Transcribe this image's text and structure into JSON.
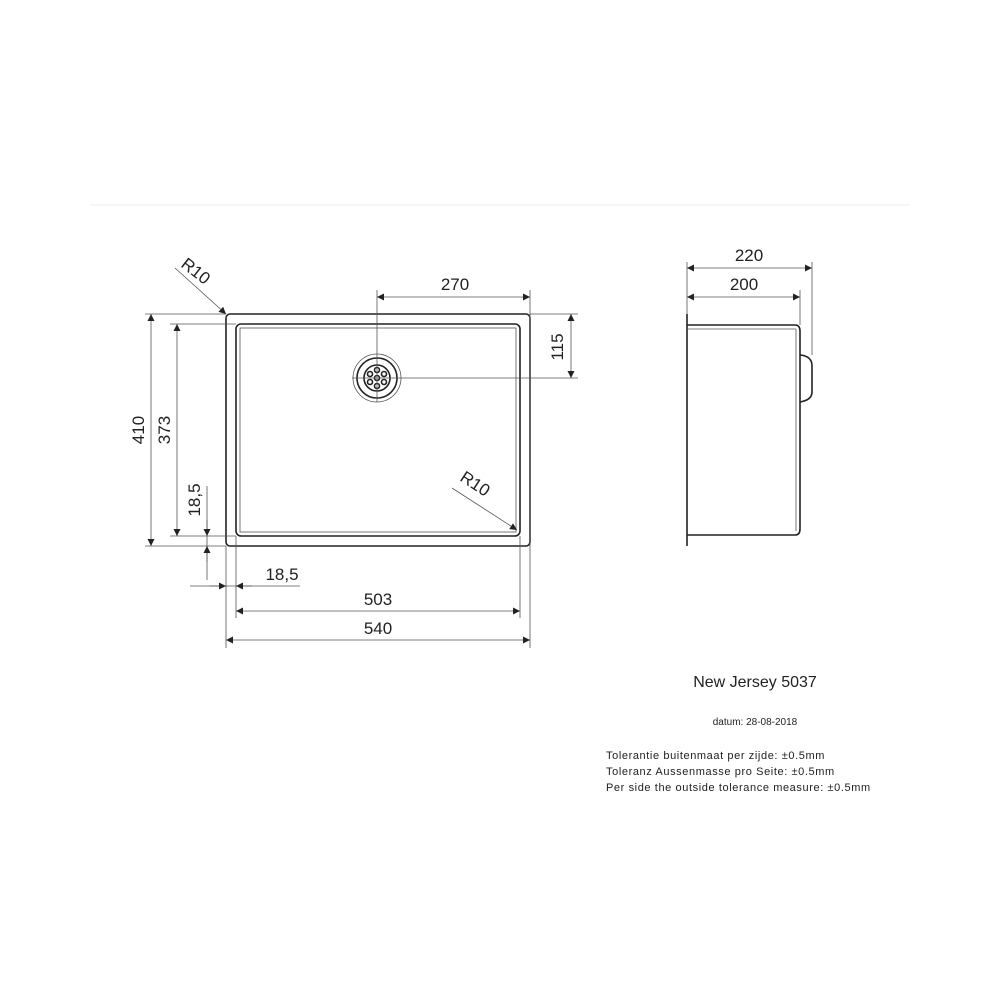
{
  "drawing": {
    "top_view": {
      "dims": {
        "outer_width": "540",
        "inner_width": "503",
        "drain_offset_x": "270",
        "drain_offset_y": "115",
        "outer_depth": "410",
        "inner_depth": "373",
        "rim_vertical": "18,5",
        "rim_horizontal": "18,5",
        "radius_outer": "R10",
        "radius_inner": "R10"
      }
    },
    "side_view": {
      "dims": {
        "total_height": "220",
        "bowl_height": "200"
      }
    }
  },
  "info": {
    "title": "New Jersey 5037",
    "datum": "datum: 28-08-2018",
    "tolerances": [
      "Tolerantie buitenmaat per zijde: ±0.5mm",
      "Toleranz Aussenmasse pro Seite: ±0.5mm",
      "Per side the outside tolerance measure: ±0.5mm"
    ]
  }
}
